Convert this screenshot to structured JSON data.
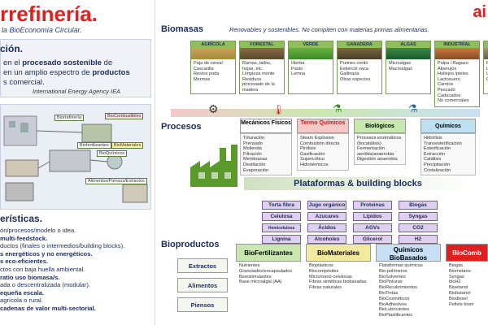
{
  "header": {
    "title": "rrefinería.",
    "subtitle": "la BioEconomía Circular.",
    "brand": "ai"
  },
  "definition": {
    "heading": "ción.",
    "line1a": "en el ",
    "line1b": "procesado sostenible",
    "line1c": " de",
    "line2a": "en un amplio espectro de ",
    "line2b": "productos",
    "line3": "s comercial.",
    "citation": "International Energy Agency IEA"
  },
  "process_image": {
    "chips": [
      "Biorrefinería",
      "BioCombustibles",
      "Biofertilizantes",
      "BioMateriales",
      "BioQuímicos",
      "Alimentos/Piensos/Extractos"
    ]
  },
  "characteristics": {
    "heading": "erísticas.",
    "items": [
      "ón/procesos/modelo o idea.",
      "multi-feedstock.",
      "ductos (finales o intermedios/building blocks).",
      "s energéticos y no energéticos.",
      "s eco-eficientes.",
      "ctos con baja huella ambiental.",
      "ratio uso biomasa/s.",
      "ada o descentralizada (modular).",
      "equeña escala.",
      "agrícola o rural.",
      "cadenas de valor multi-sectorial."
    ]
  },
  "biomass": {
    "heading": "Biomasas",
    "subtitle": "Renovables y sostenibles. No compiten con materias primas alimentarias.",
    "categories": [
      {
        "name": "AGRÍCOLA",
        "items": [
          "Paja de cereal",
          "Cascarilla",
          "Restos poda",
          "Mermas"
        ]
      },
      {
        "name": "FORESTAL",
        "items": [
          "Ramas, tallos, hojas, etc.",
          "Limpieza monte",
          "Residuos procesado de la madera"
        ]
      },
      {
        "name": "VERDE",
        "items": [
          "Hierba",
          "Pasto",
          "Lemna"
        ]
      },
      {
        "name": "GANADERA",
        "items": [
          "Purines cerdo",
          "Estiércol vaca",
          "Gallinaza",
          "Otras especies"
        ]
      },
      {
        "name": "ALGAS",
        "items": [
          "Microalgas",
          "Macroalgas"
        ]
      },
      {
        "name": "INDUSTRIAL",
        "items": [
          "Pulpa / Bagazo",
          "Alperujos",
          "Hollejos /pieles",
          "Lactosuero",
          "Carnice",
          "Pescado",
          "Caducados",
          "No comerciales"
        ]
      },
      {
        "name": "",
        "items": [
          "FO",
          "Lo",
          "La",
          "Ce"
        ]
      }
    ]
  },
  "processes": {
    "heading": "Procesos",
    "types": [
      {
        "name": "Mecánicos Físicos",
        "color": "#ffffff",
        "items": [
          "Trituración",
          "Prensado",
          "Molienda",
          "Filtración",
          "Membranas",
          "Destilación",
          "Evaporación"
        ]
      },
      {
        "name": "Termo Químicos",
        "color": "#f6c9c9",
        "items": [
          "Steam Explosion",
          "Combustión directa",
          "Pirólisis",
          "Gasificación",
          "Supercrítico",
          "Hidrotérmicos"
        ]
      },
      {
        "name": "Biológicos",
        "color": "#c9e8b0",
        "items": [
          "Procesos enzimáticos (bocatálisis)",
          "Fermentación aeróbia/anaerobia",
          "Digestión anaerobia"
        ]
      },
      {
        "name": "Químicos",
        "color": "#bfe0f0",
        "items": [
          "Hidrólisis",
          "Transesterificacion",
          "Esterificación",
          "Extracción",
          "Catálisis",
          "Precipitación",
          "Cristalización"
        ]
      }
    ]
  },
  "platforms": {
    "heading": "Plataformas & building blocks",
    "rows": [
      [
        "Torta fibra",
        "Jugo orgánico",
        "Proteinas",
        "Biogás"
      ],
      [
        "Celulosa",
        "Azucares",
        "Lípidos",
        "Syngas"
      ],
      [
        "Hemicelulosa",
        "Ácidos",
        "AGVs",
        "CO2"
      ],
      [
        "Lignina",
        "Alcoholes",
        "Glicerol",
        "H2"
      ]
    ]
  },
  "bioproducts": {
    "heading": "Bioproductos",
    "left_boxes": [
      "Extractos",
      "Alimentos",
      "Piensos"
    ],
    "groups": [
      {
        "name": "BioFertilizantes",
        "color": "#c9e8b0",
        "items": [
          "Nutrientes",
          "Granulados/encapsulados",
          "Bioestimulantes",
          "Base microalgal (AA)"
        ]
      },
      {
        "name": "BioMateriales",
        "color": "#f2e8a0",
        "items": [
          "Bioplásticos",
          "Biocompósites",
          "Micro/nano-celulosas",
          "Fibras sintéticas biobasadas",
          "Fibras naturales"
        ]
      },
      {
        "name": "Químicos BioBasados",
        "color": "#c9dff5",
        "items": [
          "Plataformas químicas",
          "Bio-polímeros",
          "BioSolventes",
          "BioPinturas",
          "BioRecubrimientos",
          "BioTintas",
          "BioCosméticos",
          "BioAdhesivos",
          "BioLubricantes",
          "BioPlastificantes"
        ]
      },
      {
        "name": "BioComb",
        "color": "#e02020",
        "items": [
          "Biogás",
          "Biometano",
          "Syngas",
          "bioH2",
          "Bioetanol",
          "Biobutanol",
          "Biodiesel",
          "Pellets biom"
        ]
      }
    ]
  }
}
